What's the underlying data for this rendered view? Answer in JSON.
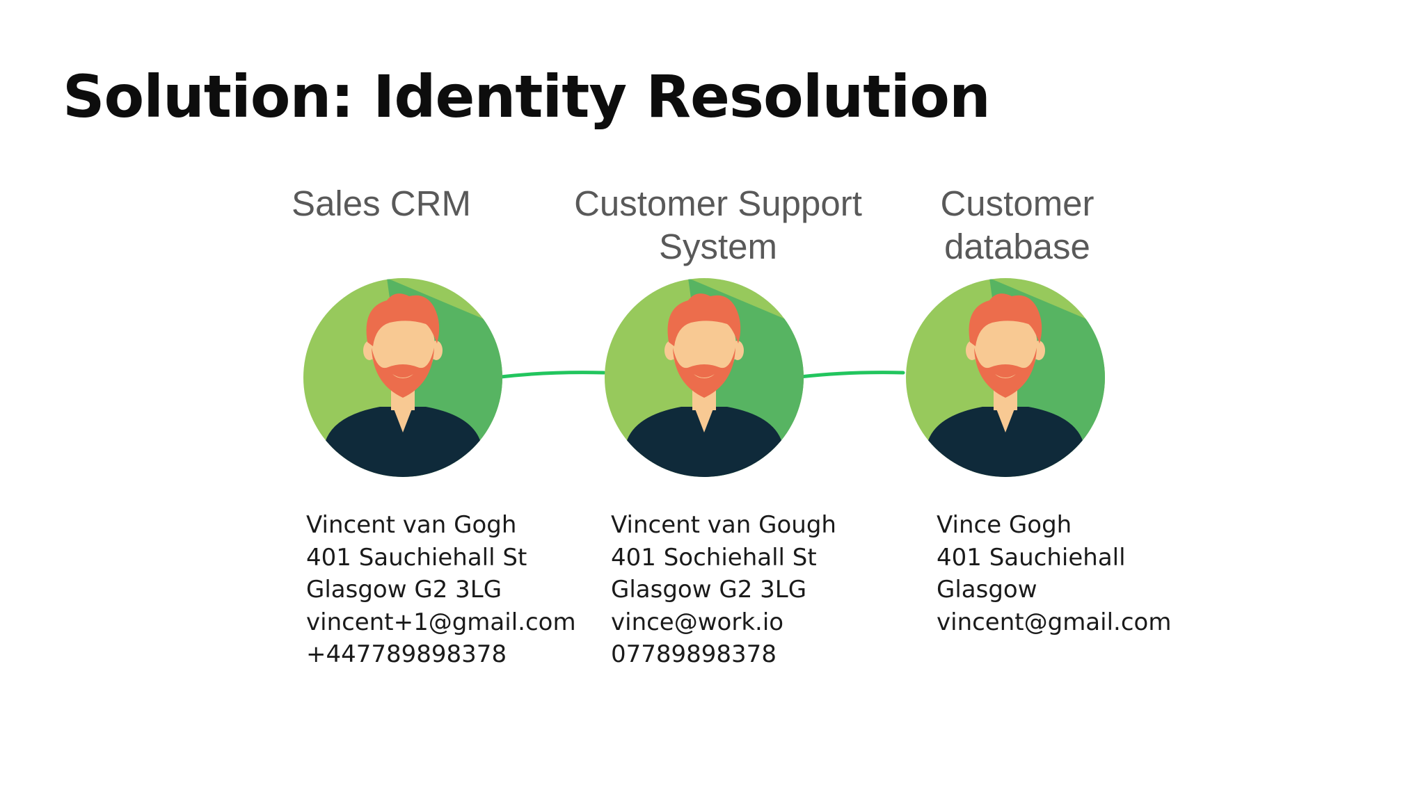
{
  "slide": {
    "title": "Solution: Identity Resolution"
  },
  "colors": {
    "connector": "#22c55e",
    "avatar_bg_light": "#97c95c",
    "avatar_bg_dark": "#57b462",
    "hair": "#ec6d4c",
    "skin": "#f8c993",
    "shirt": "#0f2a3a"
  },
  "systems": [
    {
      "heading": "Sales CRM",
      "icon": "person-avatar-icon",
      "record": [
        "Vincent van Gogh",
        "401 Sauchiehall St",
        "Glasgow G2 3LG",
        "vincent+1@gmail.com",
        "+447789898378"
      ]
    },
    {
      "heading": "Customer Support\nSystem",
      "icon": "person-avatar-icon",
      "record": [
        "Vincent van Gough",
        "401 Sochiehall St",
        "Glasgow G2 3LG",
        "vince@work.io",
        "07789898378"
      ]
    },
    {
      "heading": "Customer\ndatabase",
      "icon": "person-avatar-icon",
      "record": [
        "Vince Gogh",
        "401 Sauchiehall",
        "Glasgow",
        "vincent@gmail.com"
      ]
    }
  ]
}
